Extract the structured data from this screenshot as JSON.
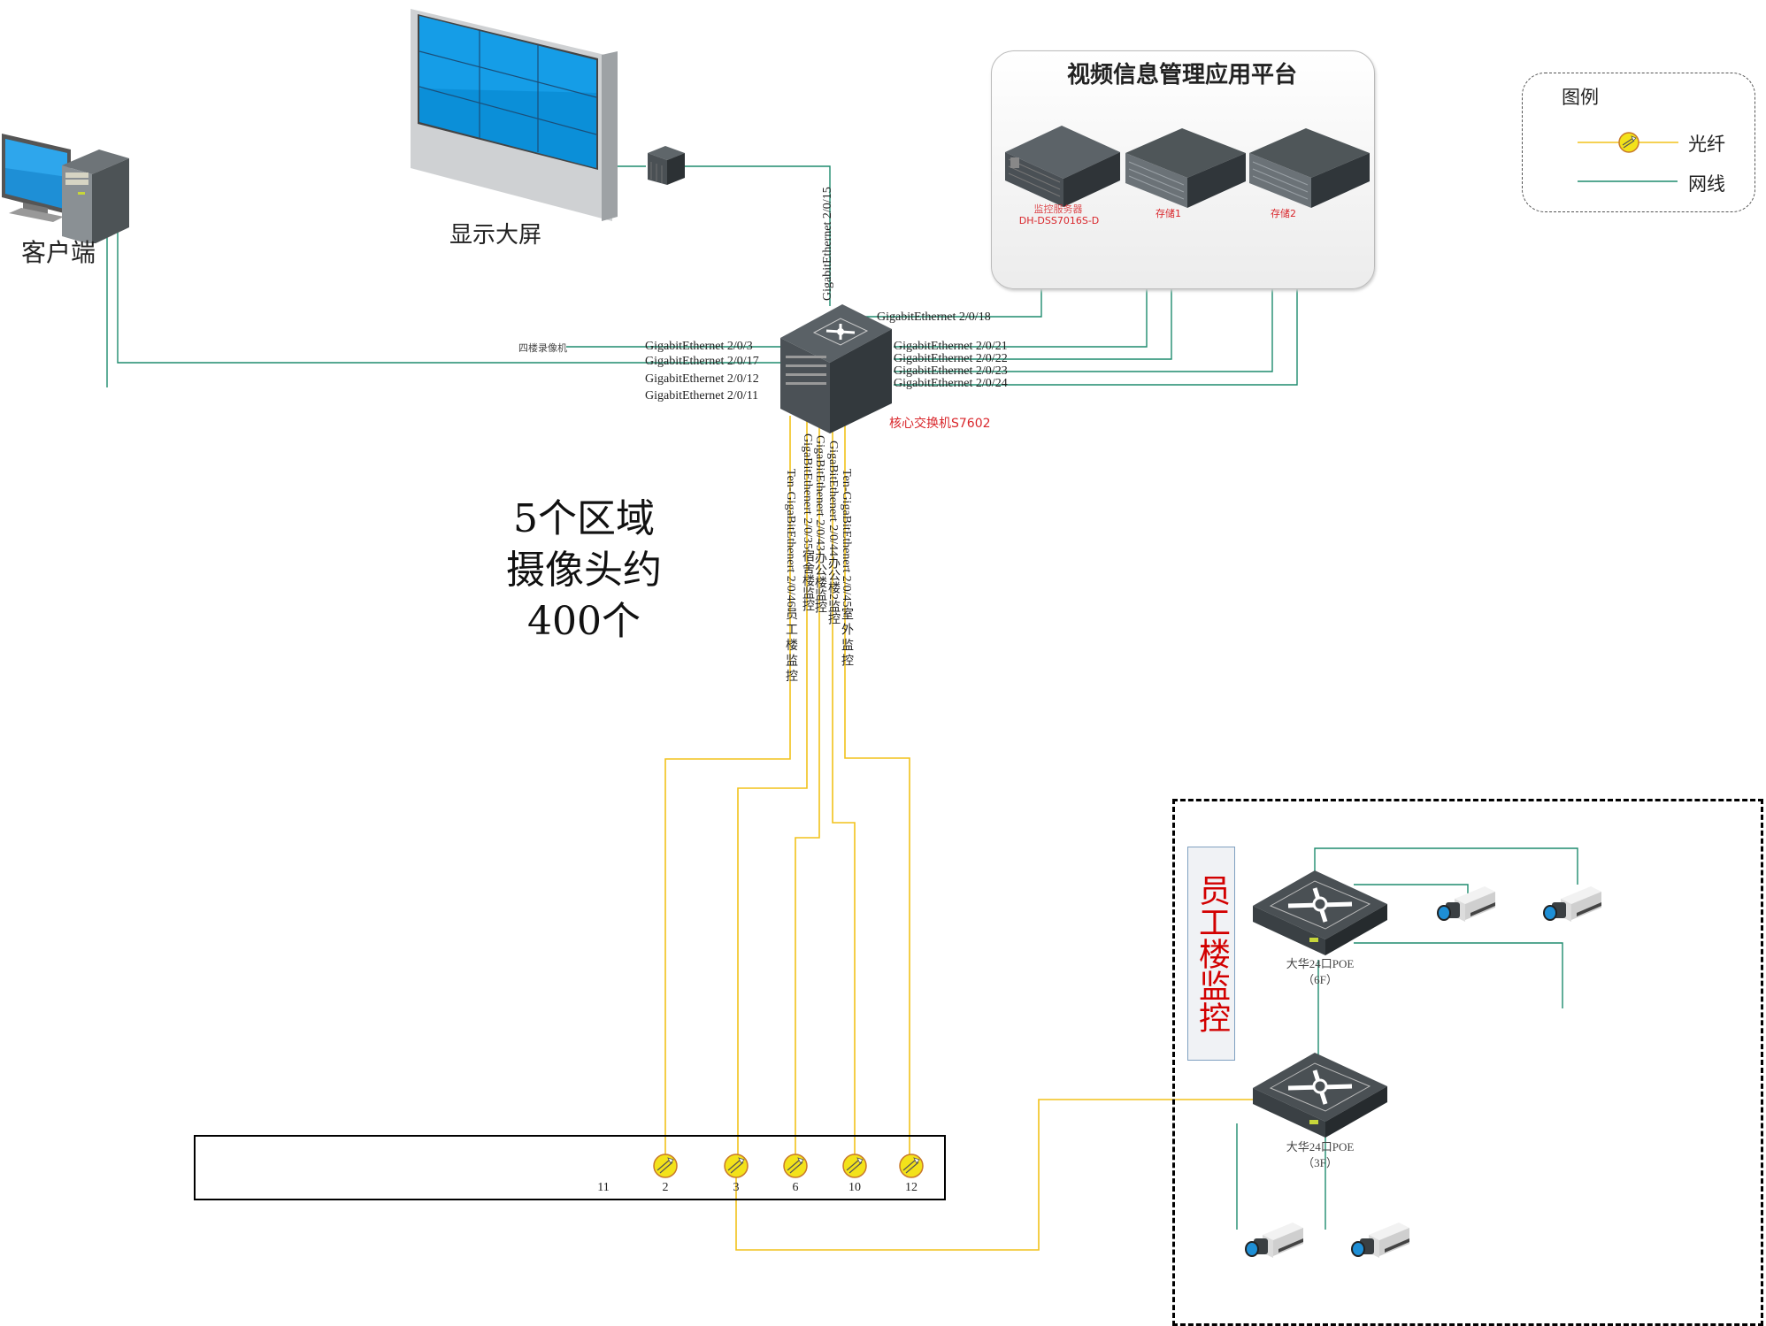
{
  "diagram": {
    "title_platform": "视频信息管理应用平台",
    "legend": {
      "title": "图例",
      "items": [
        {
          "label": "光纤",
          "type": "fiber",
          "color": "#f2c21b"
        },
        {
          "label": "网线",
          "type": "ethernet",
          "color": "#1e8c6e"
        }
      ]
    },
    "devices": {
      "client": {
        "label": "客户端"
      },
      "video_wall": {
        "label": "显示大屏"
      },
      "monitor_server": {
        "label": "监控服务器",
        "model": "DH-DSS7016S-D"
      },
      "storage1": {
        "label": "存储1"
      },
      "storage2": {
        "label": "存储2"
      },
      "core_switch": {
        "label": "核心交换机S7602"
      },
      "fourth_floor_nvr": {
        "label": "四楼录像机"
      },
      "poe_switch_6f": {
        "label": "大华24口POE",
        "floor": "（6F）"
      },
      "poe_switch_3f": {
        "label": "大华24口POE",
        "floor": "（3F）"
      }
    },
    "ports_left": [
      "GigabitEthernet 2/0/3",
      "GigabitEthernet 2/0/17",
      "GigabitEthernet 2/0/12",
      "GigabitEthernet 2/0/11"
    ],
    "port_top": "GigabitEthernet 2/0/15",
    "port_server": "GigabitEthernet 2/0/18",
    "ports_right": [
      "GigabitEthernet 2/0/21",
      "GigabitEthernet 2/0/22",
      "GigabitEthernet 2/0/23",
      "GigabitEthernet 2/0/24"
    ],
    "ports_down": [
      "Ten-GigaBitEthenert 2/0/46员 工 楼 监 控",
      "GigaBitEthenert 2/0/35宿舍楼监控",
      "GigaBitEthenert 2/0/43办公楼监控",
      "GigaBitEthenert 2/0/44办公楼2监控",
      "Ten-GigaBitEthenert 2/0/45室 外 监 控"
    ],
    "summary_text": [
      "5个区域",
      "摄像头约",
      "400个"
    ],
    "odf_ports": [
      "11",
      "2",
      "3",
      "6",
      "10",
      "12"
    ],
    "zone": {
      "title": "员工楼监控"
    },
    "colors": {
      "fiber": "#f2c21b",
      "ethernet": "#1e8c6e",
      "label_red": "#d9262b",
      "zone_title": "#d20000"
    }
  }
}
